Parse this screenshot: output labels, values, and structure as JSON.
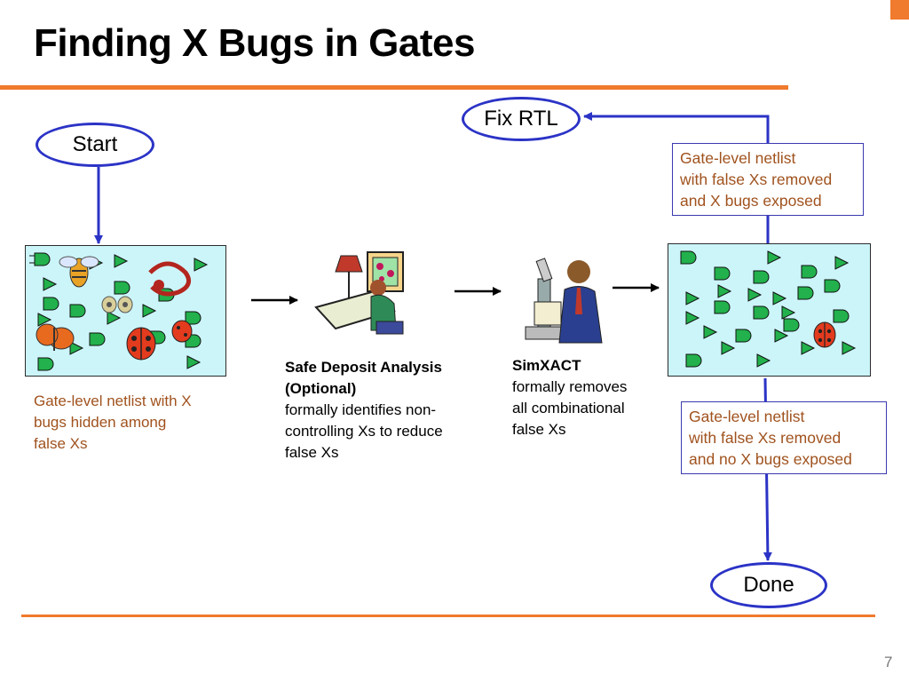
{
  "slide": {
    "title": "Finding X Bugs in Gates",
    "page_number": "7"
  },
  "nodes": {
    "start": "Start",
    "fix_rtl": "Fix RTL",
    "done": "Done"
  },
  "notes": {
    "bugs_exposed": "Gate-level netlist\nwith false Xs removed\nand X bugs exposed",
    "no_bugs": "Gate-level netlist\nwith false Xs removed\nand no X bugs exposed"
  },
  "captions": {
    "input_netlist": "Gate-level netlist with X\nbugs hidden among\nfalse Xs",
    "safe_deposit_title": "Safe Deposit Analysis\n(Optional)",
    "safe_deposit_body": "formally identifies non-\ncontrolling Xs to reduce\nfalse Xs",
    "simxact_title": "SimXACT",
    "simxact_body": "formally removes\nall combinational\nfalse Xs"
  },
  "colors": {
    "accent_orange": "#f07a2e",
    "flow_blue": "#2b33c6",
    "note_text_brown": "#a0521e",
    "panel_cyan": "#ccf5fa",
    "gate_green": "#22b14c"
  }
}
